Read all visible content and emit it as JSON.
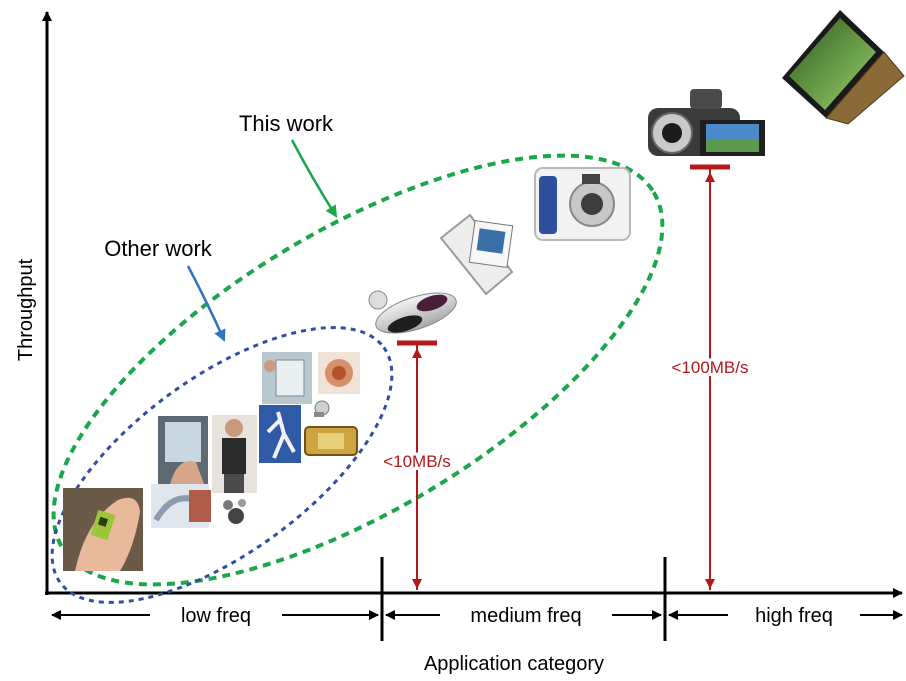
{
  "axes": {
    "y_label": "Throughput",
    "x_label": "Application category"
  },
  "segments": [
    {
      "label": "low freq"
    },
    {
      "label": "medium freq"
    },
    {
      "label": "high freq"
    }
  ],
  "annotations": {
    "this_work": "This work",
    "other_work": "Other work",
    "low_threshold": "<10MB/s",
    "high_threshold": "<100MB/s"
  },
  "colors": {
    "axis": "#000000",
    "this_work": "#1aa64a",
    "other_work": "#2f4f9f",
    "threshold": "#b3191b"
  },
  "devices": [
    "chip-on-fingertip",
    "touch-screen-device",
    "person-with-device",
    "touch-screen-hand",
    "medical-sensors",
    "tablet-user",
    "runner",
    "ear-sensor",
    "card-reader",
    "mp3-player",
    "pda-phone",
    "digital-camera",
    "camcorder",
    "laptop"
  ]
}
